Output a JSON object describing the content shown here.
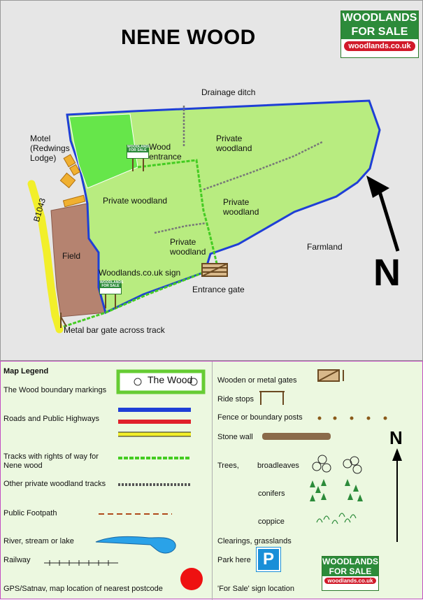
{
  "map": {
    "title": "NENE WOOD",
    "logo": {
      "line1": "WOODLANDS",
      "line2": "FOR SALE",
      "url": "woodlands.co.uk"
    },
    "north": "N",
    "labels": {
      "drainage": "Drainage ditch",
      "motel": "Motel\n(Redwings\nLodge)",
      "road": "B1043",
      "wood_entrance": "Wood\nentrance",
      "pw_top_right": "Private\nwoodland",
      "pw_left": "Private woodland",
      "pw_mid_right": "Private\nwoodland",
      "pw_bottom": "Private\nwoodland",
      "field": "Field",
      "farmland": "Farmland",
      "sign": "Woodlands.co.uk sign",
      "entrance_gate": "Entrance gate",
      "metal_gate": "Metal bar gate across track"
    }
  },
  "legend": {
    "heading": "Map Legend",
    "the_wood_label": "The Wood",
    "left_items": [
      "The Wood boundary markings",
      "Roads and Public Highways",
      "Tracks with rights of way for\nNene wood",
      "Other private woodland tracks",
      "Public Footpath",
      "River, stream or lake",
      "Railway",
      "GPS/Satnav, map location of nearest postcode"
    ],
    "right_items": [
      "Wooden or metal gates",
      "Ride stops",
      "Fence or boundary posts",
      "Stone wall",
      "Trees,",
      "broadleaves",
      "conifers",
      "coppice",
      "Clearings, grasslands",
      "Park here",
      "'For Sale'  sign location"
    ],
    "parking_glyph": "P",
    "north": "N",
    "colors": {
      "boundary": "#66cc33",
      "road_blue": "#1f3fd6",
      "road_red": "#e0202a",
      "road_yellow": "#f2ef2a",
      "wood_fill": "#b8ec80",
      "clearing": "#66e64a",
      "field": "#b58370",
      "water": "#2aa2e8",
      "gps": "#ee1111"
    }
  }
}
